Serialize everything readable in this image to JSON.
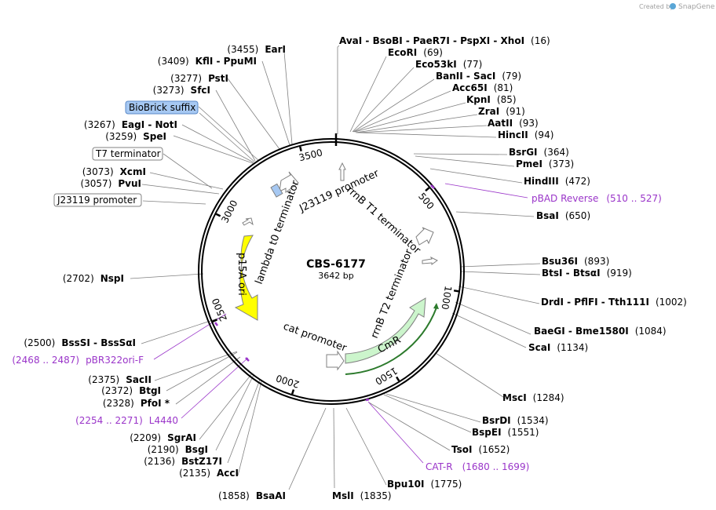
{
  "credit": {
    "prefix": "Created by",
    "brand": "SnapGene"
  },
  "plasmid": {
    "name": "CBS-6177",
    "size_label": "3642 bp",
    "length": 3642
  },
  "ticks": [
    {
      "pos": 500,
      "label": "500"
    },
    {
      "pos": 1000,
      "label": "1000"
    },
    {
      "pos": 1500,
      "label": "1500"
    },
    {
      "pos": 2000,
      "label": "2000"
    },
    {
      "pos": 2500,
      "label": "2500"
    },
    {
      "pos": 3000,
      "label": "3000"
    },
    {
      "pos": 3500,
      "label": "3500"
    }
  ],
  "features": [
    {
      "name": "p15A ori",
      "color": "#ffff00"
    },
    {
      "name": "CmR",
      "color": "#ccf5cc"
    },
    {
      "name": "lambda t0 terminator",
      "color": "#ffffff"
    },
    {
      "name": "J23119 promoter",
      "color": "#ffffff"
    },
    {
      "name": "rrnB T1 terminator",
      "color": "#ffffff"
    },
    {
      "name": "rrnB T2 terminator",
      "color": "#ffffff"
    },
    {
      "name": "cat promoter",
      "color": "#ffffff"
    },
    {
      "name": "BioBrick suffix",
      "color": "#a6c8f2"
    }
  ],
  "boxed_labels": [
    {
      "text": "BioBrick suffix",
      "fill": "#a6c8f2"
    },
    {
      "text": "T7 terminator",
      "fill": "#ffffff"
    },
    {
      "text": "J23119 promoter",
      "fill": "#ffffff"
    }
  ],
  "sites": [
    {
      "name": "AvaI  -  BsoBI  -  PaeR7I  -  PspXI  -  XhoI",
      "pos": "(16)"
    },
    {
      "name": "EcoRI",
      "pos": "(69)"
    },
    {
      "name": "Eco53kI",
      "pos": "(77)"
    },
    {
      "name": "BanII  -  SacI",
      "pos": "(79)"
    },
    {
      "name": "Acc65I",
      "pos": "(81)"
    },
    {
      "name": "KpnI",
      "pos": "(85)"
    },
    {
      "name": "ZraI",
      "pos": "(91)"
    },
    {
      "name": "AatII",
      "pos": "(93)"
    },
    {
      "name": "HincII",
      "pos": "(94)"
    },
    {
      "name": "BsrGI",
      "pos": "(364)"
    },
    {
      "name": "PmeI",
      "pos": "(373)"
    },
    {
      "name": "HindIII",
      "pos": "(472)"
    },
    {
      "name": "BsaI",
      "pos": "(650)"
    },
    {
      "name": "Bsu36I",
      "pos": "(893)"
    },
    {
      "name": "BtsI  -  BtsαI",
      "pos": "(919)"
    },
    {
      "name": "DrdI  -  PflFI  -  Tth111I",
      "pos": "(1002)"
    },
    {
      "name": "BaeGI  -  Bme1580I",
      "pos": "(1084)"
    },
    {
      "name": "ScaI",
      "pos": "(1134)"
    },
    {
      "name": "MscI",
      "pos": "(1284)"
    },
    {
      "name": "BsrDI",
      "pos": "(1534)"
    },
    {
      "name": "BspEI",
      "pos": "(1551)"
    },
    {
      "name": "TsoI",
      "pos": "(1652)"
    },
    {
      "name": "Bpu10I",
      "pos": "(1775)"
    },
    {
      "name": "MslI",
      "pos": "(1835)"
    },
    {
      "name": "BsaAI",
      "pos": "(1858)"
    },
    {
      "name": "AccI",
      "pos": "(2135)"
    },
    {
      "name": "BstZ17I",
      "pos": "(2136)"
    },
    {
      "name": "BsgI",
      "pos": "(2190)"
    },
    {
      "name": "SgrAI",
      "pos": "(2209)"
    },
    {
      "name": "PfoI *",
      "pos": "(2328)"
    },
    {
      "name": "BtgI",
      "pos": "(2372)"
    },
    {
      "name": "SacII",
      "pos": "(2375)"
    },
    {
      "name": "BssSI  -  BssSαI",
      "pos": "(2500)"
    },
    {
      "name": "NspI",
      "pos": "(2702)"
    },
    {
      "name": "PvuI",
      "pos": "(3057)"
    },
    {
      "name": "XcmI",
      "pos": "(3073)"
    },
    {
      "name": "SpeI",
      "pos": "(3259)"
    },
    {
      "name": "EagI  -  NotI",
      "pos": "(3267)"
    },
    {
      "name": "SfcI",
      "pos": "(3273)"
    },
    {
      "name": "PstI",
      "pos": "(3277)"
    },
    {
      "name": "KflI  -  PpuMI",
      "pos": "(3409)"
    },
    {
      "name": "EarI",
      "pos": "(3455)"
    }
  ],
  "primers": [
    {
      "name": "pBAD Reverse",
      "range": "(510 .. 527)"
    },
    {
      "name": "CAT-R",
      "range": "(1680 .. 1699)"
    },
    {
      "name": "L4440",
      "range": "(2254 .. 2271)"
    },
    {
      "name": "pBR322ori-F",
      "range": "(2468 .. 2487)"
    }
  ],
  "colors": {
    "primer": "#9a35c9",
    "backbone": "#000000",
    "leader": "#808080"
  }
}
